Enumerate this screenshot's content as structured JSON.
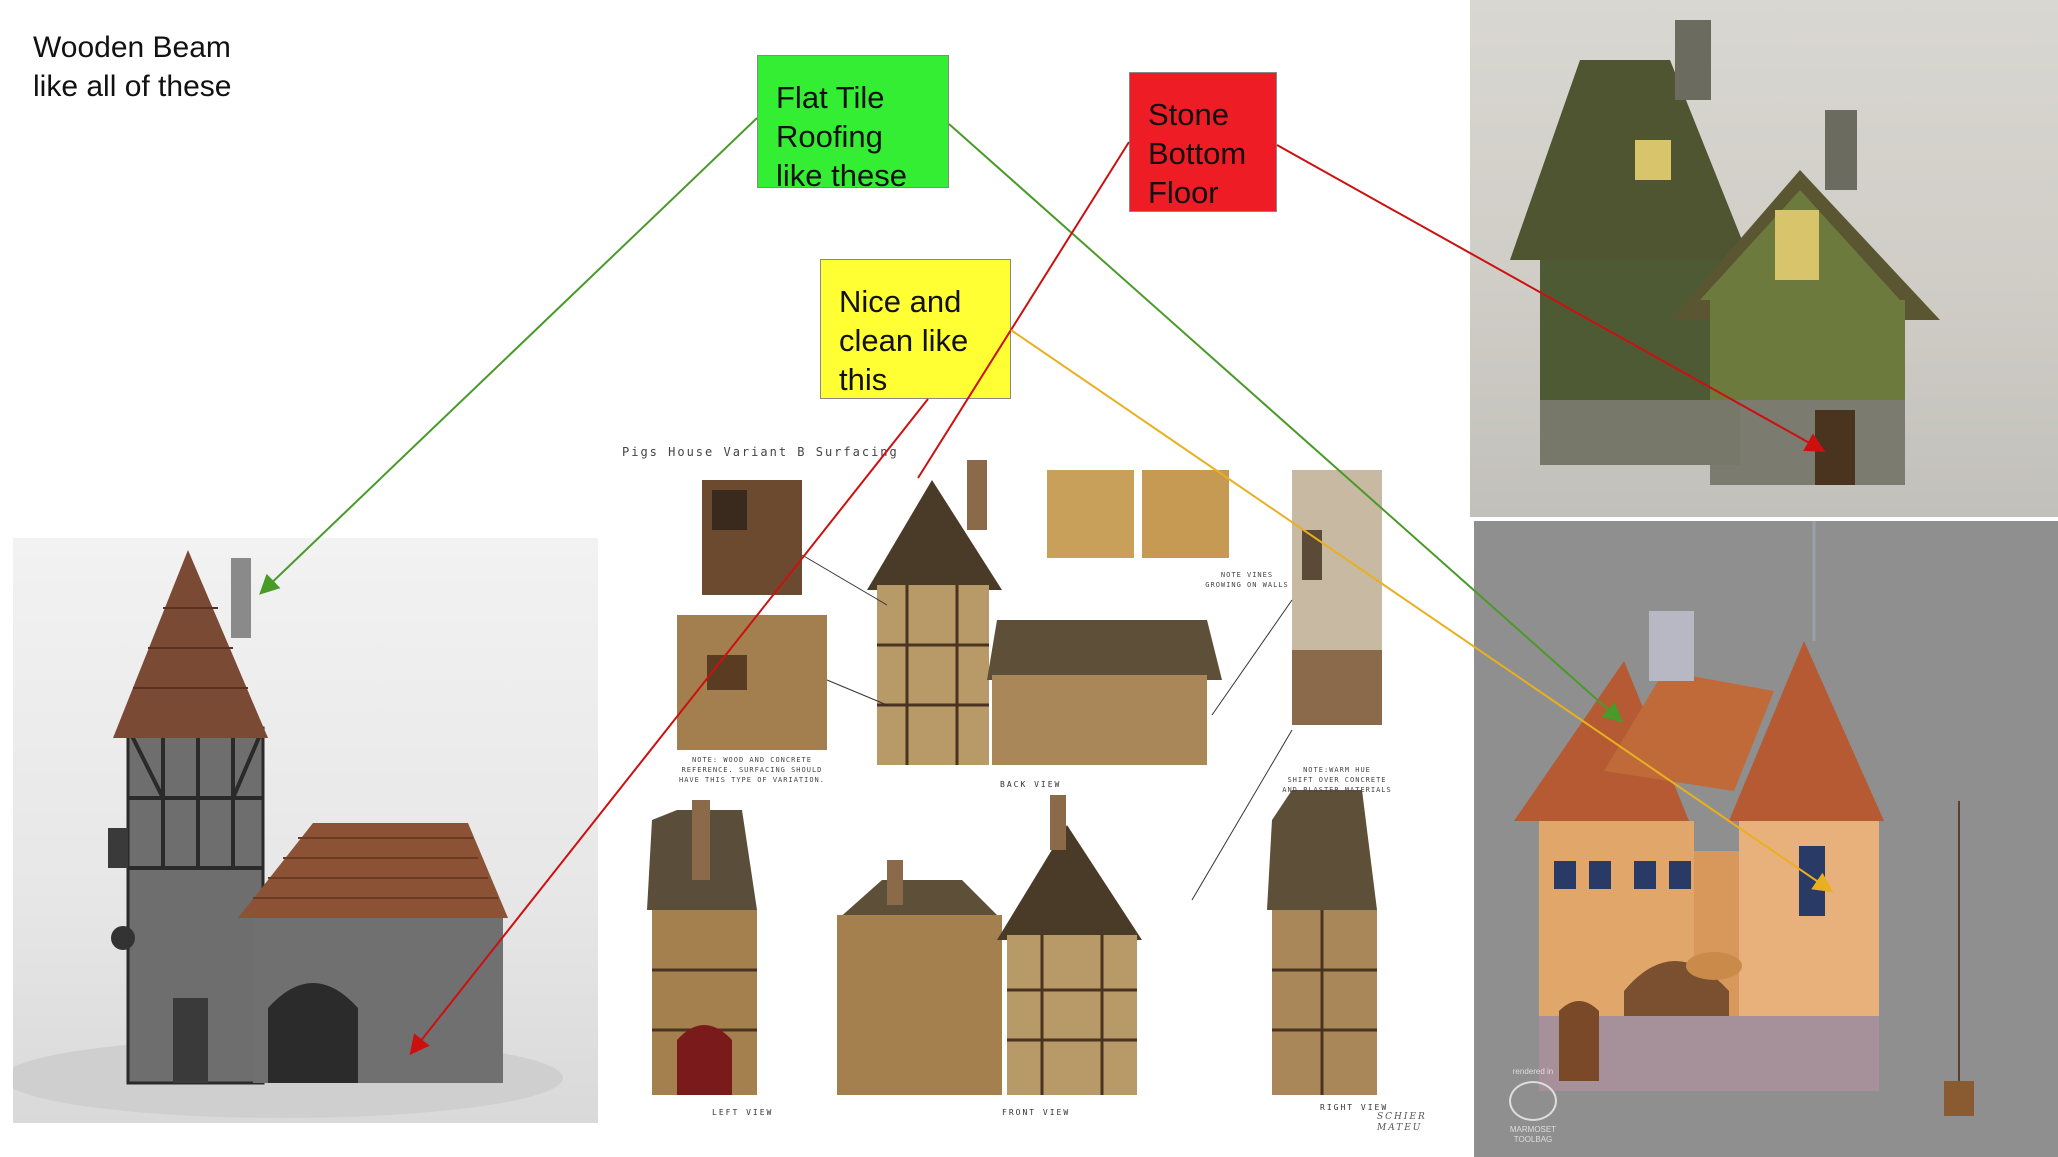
{
  "notes": {
    "wooden_beam": "Wooden Beam\nlike all of these",
    "flat_tile": "Flat Tile\nRoofing\nlike these",
    "stone_bottom": "Stone\nBottom\nFloor",
    "nice_clean": "Nice and\nclean like\nthis"
  },
  "sheet": {
    "title": "Pigs House Variant B Surfacing",
    "note_vines": "NOTE VINES\nGROWING ON WALLS",
    "note_wood": "NOTE: WOOD AND CONCRETE\nREFERENCE. SURFACING SHOULD\nHAVE THIS TYPE OF VARIATION.",
    "note_hue": "NOTE:WARM HUE\nSHIFT OVER CONCRETE\nAND PLASTER MATERIALS",
    "back_view": "BACK VIEW",
    "left_view": "LEFT VIEW",
    "front_view": "FRONT VIEW",
    "right_view": "RIGHT VIEW",
    "signature": "SCHIER\nMATEU"
  },
  "render_badge": {
    "rendered_in": "rendered in",
    "product": "MARMOSET\nTOOLBAG"
  },
  "colors": {
    "green_note": "#33ee33",
    "red_note": "#ee1c24",
    "yellow_note": "#ffff33",
    "green_arrow": "#4a9a2a",
    "red_arrow": "#cc1010",
    "yellow_arrow": "#e8b020"
  }
}
